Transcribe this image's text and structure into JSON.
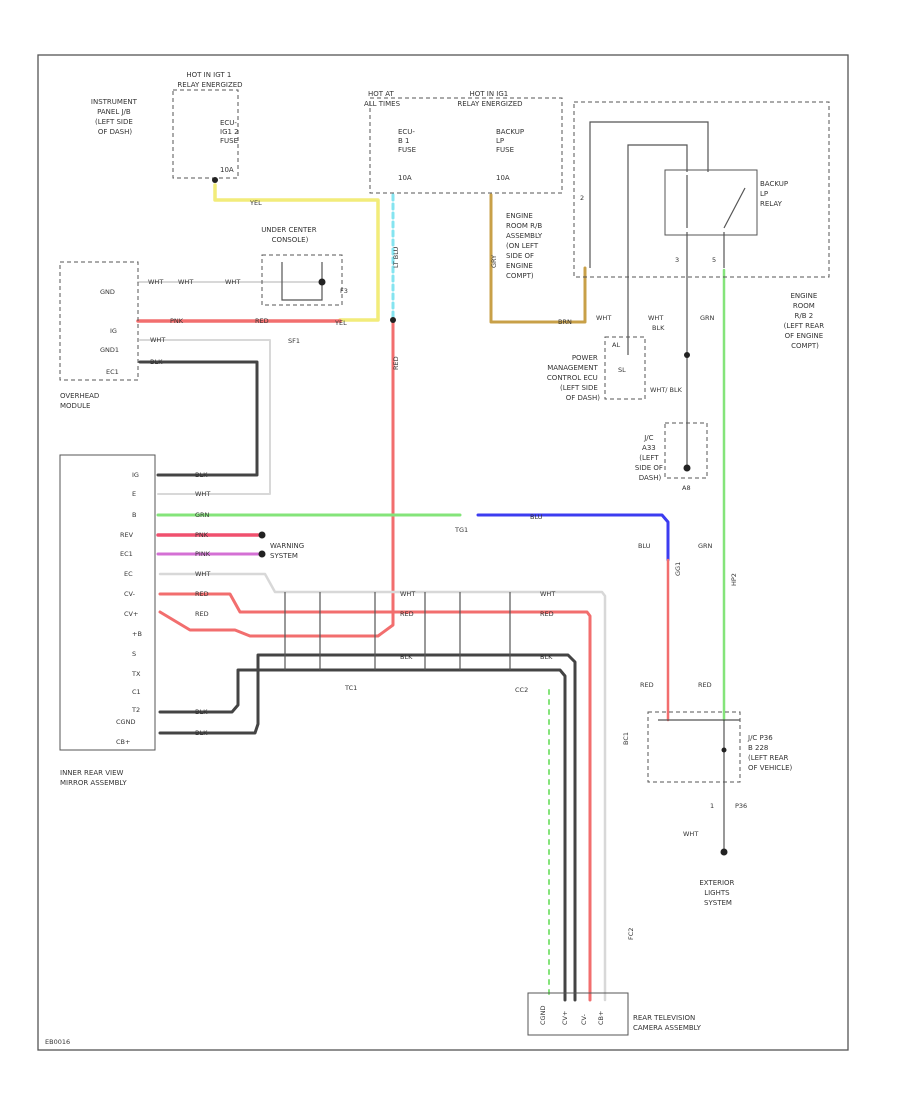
{
  "colors": {
    "YEL": "#f2ec7a",
    "LT BLU": "#85e4f0",
    "RED": "#f26e6e",
    "GRN": "#84e47a",
    "BLU": "#3c3cf0",
    "PINK": "#d470d4",
    "PNK": "#f0506e",
    "BRN": "#c8a048",
    "GRY": "#888888",
    "BLK": "#444444",
    "WHT": "#d8d8d8"
  },
  "blocks": {
    "ipjb": {
      "text": "INSTRUMENT PANEL J/B (LEFT SIDE OF DASH)",
      "lines": [
        "INSTRUMENT",
        "PANEL J/B",
        "(LEFT SIDE",
        "OF DASH)"
      ]
    },
    "hot_ig1": {
      "lines": [
        "HOT IN IGT 1",
        "RELAY ENERGIZED"
      ]
    },
    "fuse_ecuig1": {
      "lines": [
        "ECU-",
        "IG1 2",
        "FUSE",
        "10A"
      ]
    },
    "hot_at": {
      "lines": [
        "HOT AT",
        "ALL TIMES"
      ]
    },
    "fuse_ecub": {
      "lines": [
        "ECU-",
        "B 1",
        "FUSE",
        "10A"
      ]
    },
    "hot_ig2": {
      "lines": [
        "HOT IN IG1",
        "RELAY ENERGIZED"
      ]
    },
    "fuse_backup": {
      "lines": [
        "BACKUP",
        "LP",
        "FUSE",
        "10A"
      ]
    },
    "engine_room_rb": {
      "lines": [
        "ENGINE",
        "ROOM R/B",
        "ASSEMBLY",
        "(ON LEFT",
        "SIDE OF",
        "ENGINE",
        "COMPT)"
      ]
    },
    "backup_relay": {
      "lines": [
        "BACKUP",
        "LP",
        "RELAY"
      ]
    },
    "under_console": {
      "lines": [
        "UNDER CENTER",
        "CONSOLE)"
      ]
    },
    "overhead": {
      "lines": [
        "OVERHEAD",
        "MODULE"
      ]
    },
    "engine_rb2": {
      "lines": [
        "ENGINE",
        "ROOM",
        "R/B 2",
        "(LEFT REAR",
        "OF ENGINE",
        "COMPT)"
      ]
    },
    "pm_ecu": {
      "lines": [
        "POWER",
        "MANAGEMENT",
        "CONTROL ECU",
        "(LEFT SIDE",
        "OF DASH)"
      ]
    },
    "jc_a": {
      "lines": [
        "J/C",
        "A33",
        "(LEFT",
        "SIDE OF",
        "DASH)"
      ]
    },
    "mirror": {
      "lines": [
        "INNER REAR VIEW",
        "MIRROR ASSEMBLY"
      ]
    },
    "warning": {
      "lines": [
        "WARNING",
        "SYSTEM"
      ]
    },
    "jc_p": {
      "lines": [
        "J/C P36",
        "B 228",
        "(LEFT REAR",
        "OF VEHICLE)"
      ]
    },
    "ext_lights": {
      "lines": [
        "EXTERIOR",
        "LIGHTS",
        "SYSTEM"
      ]
    },
    "camera": {
      "lines": [
        "REAR TELEVISION",
        "CAMERA ASSEMBLY"
      ]
    }
  },
  "terminals": {
    "mirror": [
      "IG",
      "E",
      "B",
      "REV",
      "EC1",
      "EC",
      "CV-",
      "CV+",
      "+B",
      "S",
      "TX",
      "C1",
      "T2",
      "CGND",
      "CB+"
    ],
    "overhead": [
      "GND",
      "IG",
      "GND1",
      "EC1"
    ],
    "pm_ecu": [
      "AL",
      "SL"
    ],
    "camera": [
      "CGND",
      "CV+",
      "CV-",
      "CB+"
    ]
  },
  "wires": {
    "yel": "YEL",
    "ltblu": "LT BLU",
    "red": "RED",
    "grn": "GRN",
    "blu": "BLU",
    "pink": "PINK",
    "pnk": "PNK",
    "brn": "BRN",
    "gry": "GRY",
    "blk": "BLK",
    "wht": "WHT",
    "wht_blk": "WHT/ BLK"
  },
  "connectors": {
    "sf1": "SF1",
    "tg1": "TG1",
    "f3": "F3",
    "tc1": "TC1",
    "cc2": "CC2",
    "a8": "A8",
    "p36": "P36",
    "bc1": "BC1",
    "fc2": "FC2",
    "gg1": "GG1",
    "hp2": "HP2",
    "one": "1",
    "two": "2",
    "three": "3",
    "five": "5"
  },
  "footer": {
    "code": "EB0016"
  }
}
